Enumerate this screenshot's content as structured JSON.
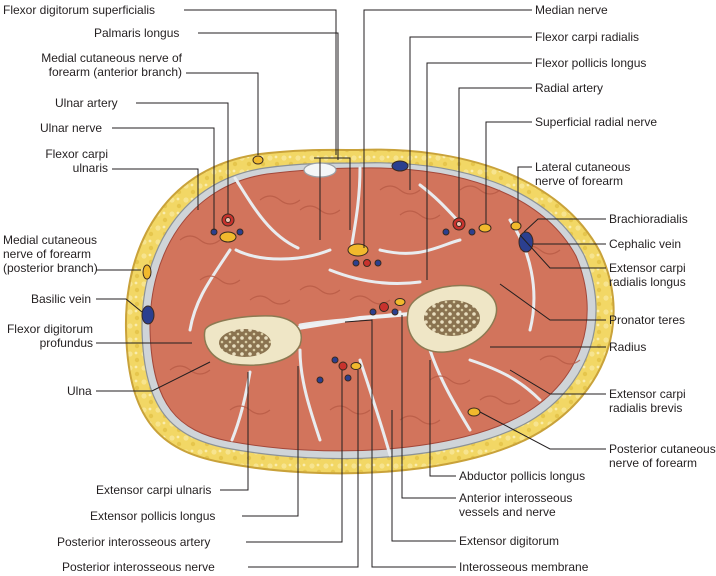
{
  "labels": {
    "flexor_digitorum_superficialis": "Flexor digitorum superficialis",
    "palmaris_longus": "Palmaris longus",
    "medial_cutaneous_anterior": "Medial cutaneous nerve of\nforearm (anterior branch)",
    "ulnar_artery": "Ulnar artery",
    "ulnar_nerve": "Ulnar nerve",
    "flexor_carpi_ulnaris": "Flexor carpi\nulnaris",
    "medial_cutaneous_posterior": "Medial cutaneous\nnerve of forearm\n(posterior branch)",
    "basilic_vein": "Basilic vein",
    "flexor_digitorum_profundus": "Flexor digitorum\nprofundus",
    "ulna": "Ulna",
    "extensor_carpi_ulnaris": "Extensor carpi ulnaris",
    "extensor_pollicis_longus": "Extensor pollicis longus",
    "posterior_interosseous_artery": "Posterior interosseous artery",
    "posterior_interosseous_nerve": "Posterior interosseous nerve",
    "median_nerve": "Median nerve",
    "flexor_carpi_radialis": "Flexor carpi radialis",
    "flexor_pollicis_longus": "Flexor pollicis longus",
    "radial_artery": "Radial artery",
    "superficial_radial_nerve": "Superficial radial nerve",
    "lateral_cutaneous": "Lateral cutaneous\nnerve of forearm",
    "brachioradialis": "Brachioradialis",
    "cephalic_vein": "Cephalic vein",
    "extensor_carpi_radialis_longus": "Extensor carpi\nradialis longus",
    "pronator_teres": "Pronator teres",
    "radius": "Radius",
    "extensor_carpi_radialis_brevis": "Extensor carpi\nradialis brevis",
    "posterior_cutaneous": "Posterior cutaneous\nnerve of forearm",
    "abductor_pollicis_longus": "Abductor pollicis longus",
    "anterior_interosseous": "Anterior interosseous\nvessels and nerve",
    "extensor_digitorum": "Extensor digitorum",
    "interosseous_membrane": "Interosseous membrane"
  },
  "colors": {
    "fat": "#f2d765",
    "fascia": "#d9dde0",
    "muscle": "#d2745c",
    "muscle_line": "#a3483a",
    "bone": "#efe6c6",
    "marrow": "#6f5a3a",
    "artery": "#c8322d",
    "vein": "#2b3f8f",
    "nerve": "#f1b92d",
    "leader": "#231f20"
  }
}
